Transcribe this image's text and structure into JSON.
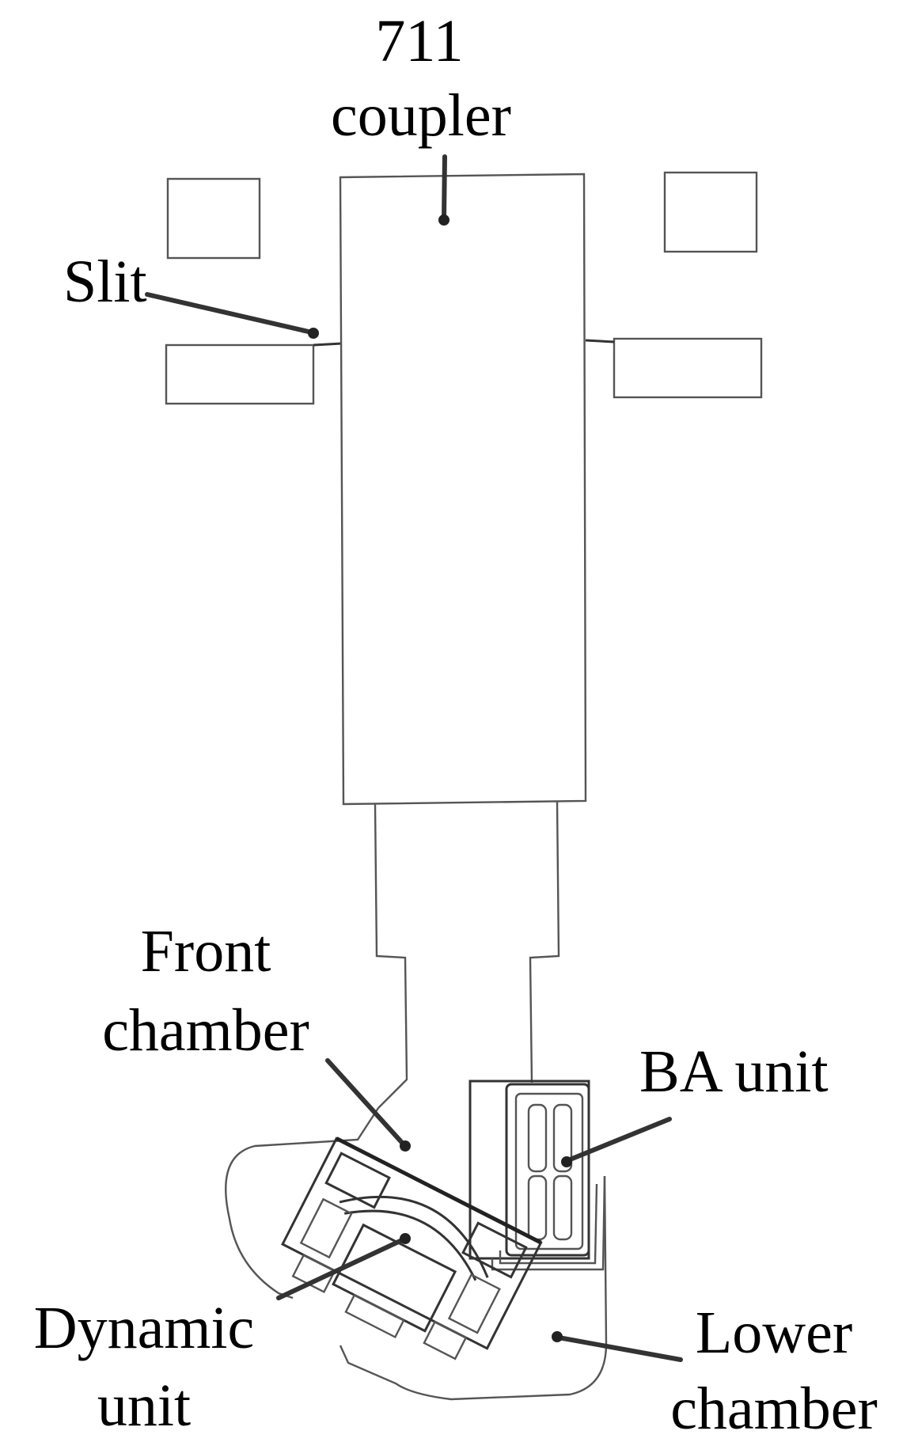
{
  "labels": {
    "coupler_number": "711",
    "coupler": "coupler",
    "slit": "Slit",
    "front_chamber_1": "Front",
    "front_chamber_2": "chamber",
    "ba_unit": "BA unit",
    "dynamic_unit_1": "Dynamic",
    "dynamic_unit_2": "unit",
    "lower_chamber_1": "Lower",
    "lower_chamber_2": "chamber"
  }
}
